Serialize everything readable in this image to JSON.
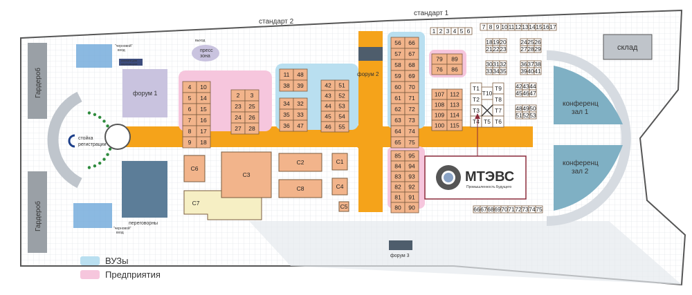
{
  "colors": {
    "corridor": "#f5a31a",
    "universities": "#b9dff0",
    "companies": "#f6c6dd",
    "booth": "#f2b48b",
    "booth_border": "#7a5b3e",
    "conference": "#7fb0c4",
    "forum1": "#c9c3df",
    "c7": "#f6efc4"
  },
  "header": {
    "standard_1": "стандарт 1",
    "standard_2": "стандарт 2"
  },
  "zones": {
    "warehouse": "склад",
    "conf_hall_1": [
      "конференц",
      "зал 1"
    ],
    "conf_hall_2": [
      "конференц",
      "зал 2"
    ],
    "forum_1": "форум 1",
    "forum_2": "форум 2",
    "forum_3": "форум 3",
    "press_zone": [
      "пресс",
      "зона"
    ],
    "registration": [
      "стойка",
      "регистрации"
    ],
    "negotiation": "переговорны",
    "wardrobe_top": "Гардероб",
    "wardrobe_bottom": "Гардероб",
    "exit": "выход",
    "black_entrance_top": [
      "\"черновой\"",
      "вход"
    ],
    "black_entrance_bottom": [
      "\"черновой\"",
      "вход"
    ],
    "press_room_sign": [
      "комната для",
      "переговоров"
    ]
  },
  "logo": {
    "name": "МТЭВС",
    "tagline": "Промышленность Будущего"
  },
  "legend": [
    {
      "label": "ВУЗы",
      "color": "#b9dff0"
    },
    {
      "label": "Предприятия",
      "color": "#f6c6dd"
    }
  ],
  "booths": {
    "block_4_19": [
      "4",
      "10",
      "5",
      "14",
      "6",
      "15",
      "7",
      "16",
      "8",
      "17",
      "9",
      "18"
    ],
    "block_2_28": [
      "2",
      "3",
      "23",
      "25",
      "24",
      "26",
      "27",
      "28"
    ],
    "block_11_39": [
      "11",
      "48",
      "38",
      "39"
    ],
    "block_34_47": [
      "34",
      "32",
      "35",
      "33",
      "36",
      "47"
    ],
    "block_42_55": [
      "42",
      "51",
      "43",
      "52",
      "44",
      "53",
      "45",
      "54",
      "46",
      "55"
    ],
    "block_56_75": [
      "56",
      "66",
      "57",
      "67",
      "58",
      "68",
      "59",
      "69",
      "60",
      "70",
      "61",
      "71",
      "62",
      "72",
      "63",
      "73",
      "64",
      "74",
      "65",
      "75"
    ],
    "block_79_86": [
      "79",
      "89",
      "76",
      "86"
    ],
    "block_107_115": [
      "107",
      "112",
      "108",
      "113",
      "109",
      "114",
      "100",
      "115"
    ],
    "block_85_90": [
      "85",
      "95",
      "84",
      "94",
      "83",
      "93",
      "82",
      "92",
      "81",
      "91",
      "80",
      "90"
    ],
    "t_block": [
      "T1",
      "T9",
      "T2",
      "T10",
      "T8",
      "T3",
      "T7",
      "T4",
      "T5",
      "T6"
    ],
    "c_booths": [
      "C1",
      "C2",
      "C3",
      "C4",
      "C5",
      "C6",
      "C7",
      "C8"
    ],
    "top_row_1": [
      "1",
      "2",
      "3",
      "4",
      "5",
      "6",
      "7",
      "8",
      "9",
      "10",
      "11",
      "12",
      "13",
      "14",
      "15",
      "16",
      "17"
    ],
    "top_grid": [
      "18",
      "19",
      "20",
      "21",
      "22",
      "23",
      "24",
      "25",
      "26",
      "27",
      "28",
      "29",
      "30",
      "31",
      "32",
      "33",
      "34",
      "35",
      "36",
      "37",
      "38",
      "39",
      "40",
      "41"
    ],
    "right_column": [
      "42",
      "43",
      "44",
      "45",
      "46",
      "47",
      "48",
      "49",
      "50",
      "51",
      "52",
      "53"
    ],
    "bottom_row": [
      "66",
      "67",
      "68",
      "69",
      "70",
      "71",
      "72",
      "73",
      "74",
      "75"
    ]
  }
}
